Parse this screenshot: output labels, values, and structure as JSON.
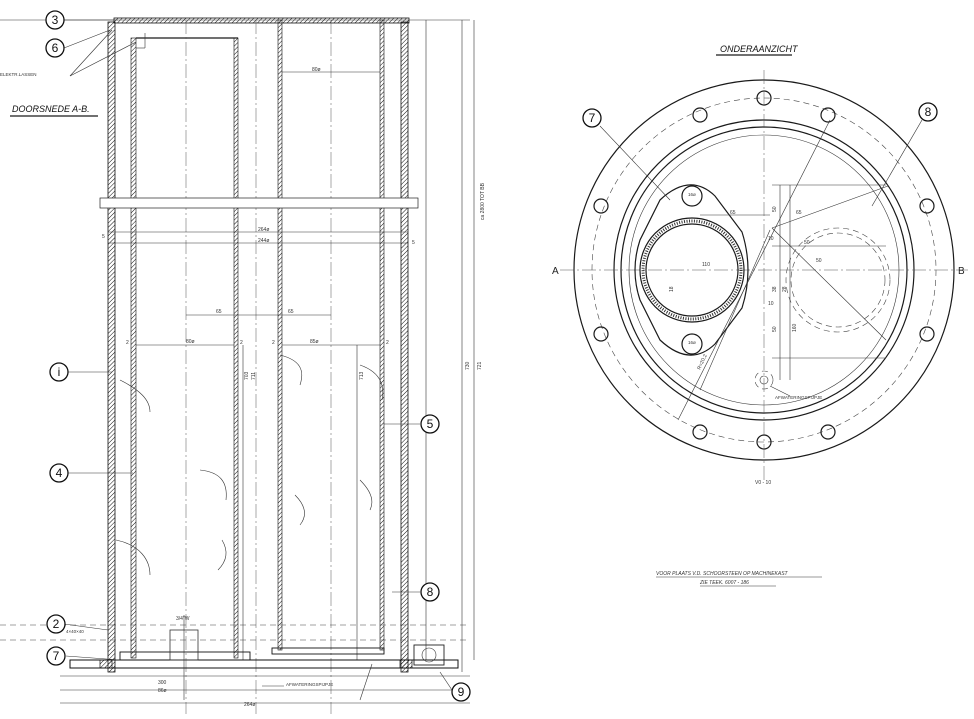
{
  "section_view": {
    "title": "DOORSNEDE A-B.",
    "weld_note": "ELEKTR.LASSEN",
    "callouts": [
      "3",
      "6",
      "i",
      "4",
      "2",
      "7",
      "5",
      "8",
      "9"
    ],
    "dims": {
      "ring_outer": "264ø",
      "ring_inner": "244ø",
      "tube_left": "80ø",
      "tube_right": "85ø",
      "tube_top": "80ø",
      "half_left": "65",
      "half_right": "65",
      "side_left": "5",
      "side_right": "5",
      "wall_a": "2",
      "wall_b": "2",
      "wall_c": "2",
      "wall_d": "2",
      "len_inner_a": "703",
      "len_inner_b": "711",
      "len_inner_c": "713",
      "len_outer_a": "730",
      "len_outer_b": "721",
      "len_top": "ca 2800 TOT BB",
      "bolt": "3/4\"W",
      "base_a": "300",
      "base_b": "86ø",
      "flange_note": "4×40×40",
      "bottom": "264ø"
    },
    "drain_label": "AFWATERINGSPIJPJE"
  },
  "bottom_view": {
    "title": "ONDERAANZICHT",
    "callouts": [
      "7",
      "8"
    ],
    "axis_left": "A",
    "axis_right": "B",
    "drain_label": "AFWATERINGSPIJPJE",
    "dims": {
      "d110": "110",
      "d65a": "65",
      "d65b": "65",
      "d50a": "50",
      "d50b": "50",
      "d50c": "50",
      "d38": "38",
      "d28": "28",
      "d10": "10",
      "dpitch": "R=20.2",
      "hole_a": "16ø",
      "hole_b": "16ø",
      "v18": "18",
      "v160": "160",
      "v10": "10",
      "v50": "50",
      "center_mark": "V0 - 10"
    }
  },
  "footer": {
    "line1": "VOOR PLAATS V.D. SCHOORSTEEN OP MACHINEKAST",
    "line2": "ZIE TEEK. 6007 - 186"
  }
}
